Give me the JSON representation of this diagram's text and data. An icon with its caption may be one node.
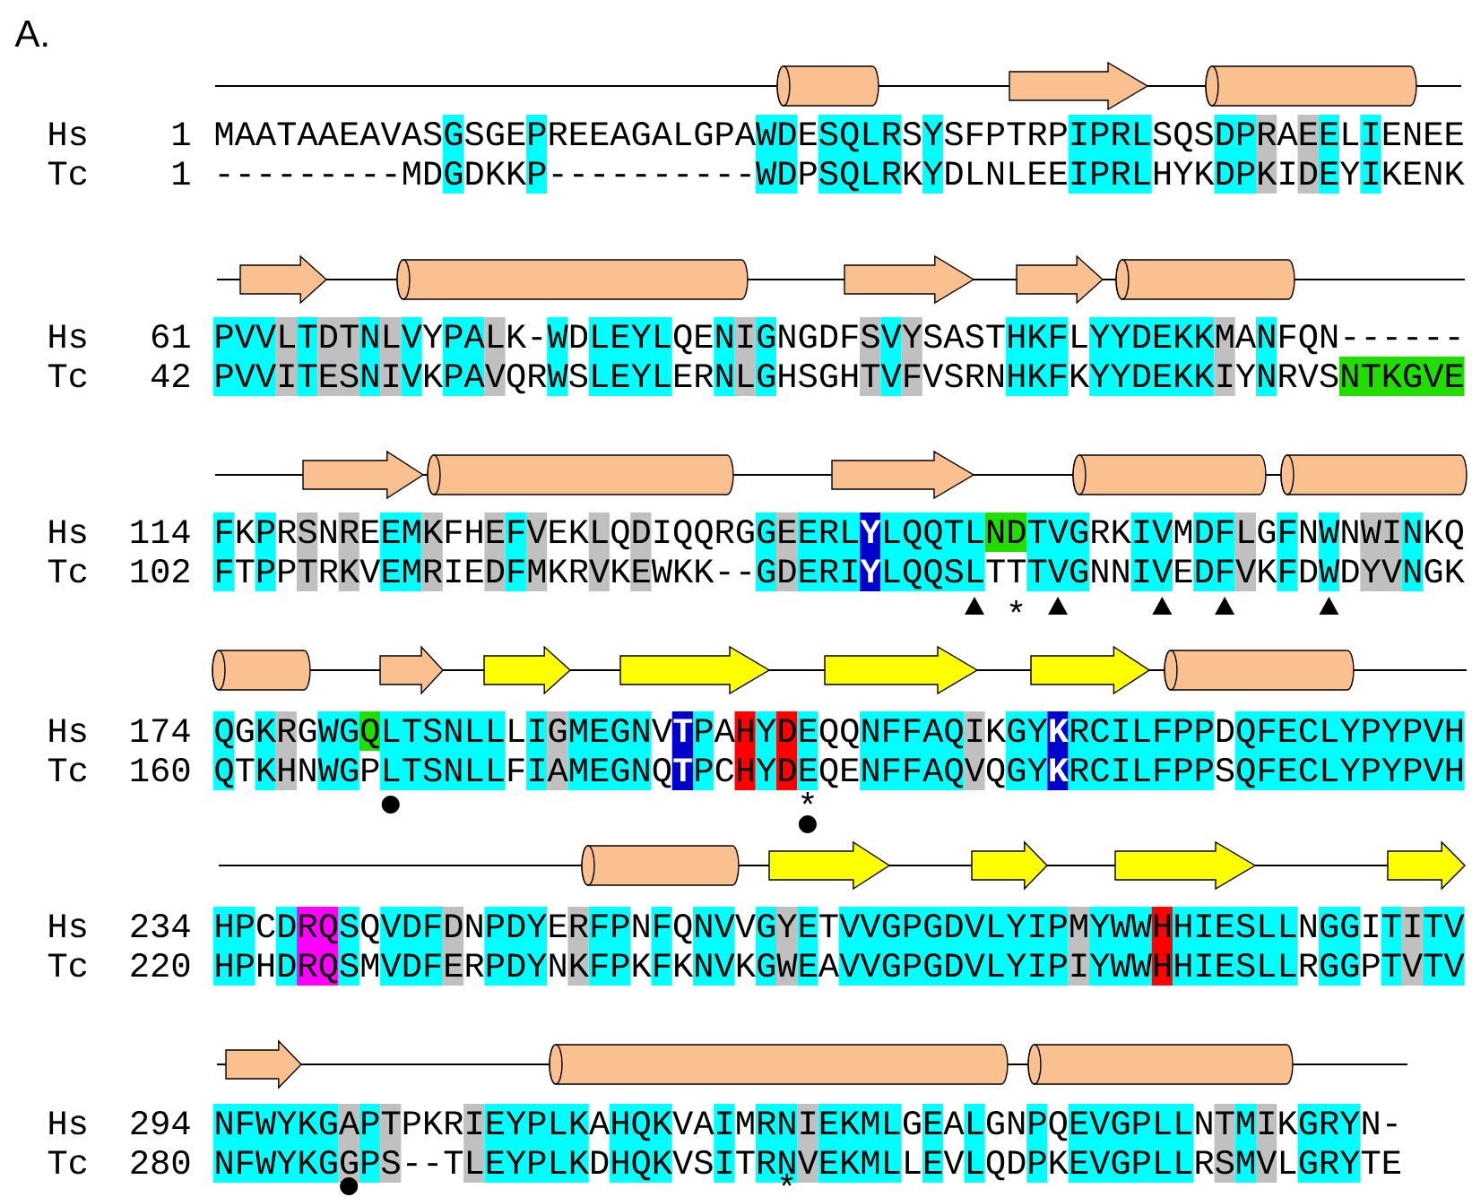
{
  "diagram": {
    "labels": [
      "A.",
      "Hs",
      "1",
      "MAATAAEAVASGSGEPREEAGALGPAWDESQLRSYSFPTRPIPRLSQSDPRAEELIENEE",
      "Tc",
      "1",
      "---------MDGDKKP----------WDPSQLRKYDLNLEEIPRLHYKDPKIDEYIKENK",
      "Hs",
      "61",
      "PVVLTDTNLVYPALK-WDLEYLQENIGNGDFSVYSASTHKFLYYDEKKMANFQN------",
      "Tc",
      "42",
      "PVVITESNIVKPAVQRWSLEYLERNLGHSGHTVFVSRNHKFKYYDEKKIYNRVSNTKGVE",
      "Hs",
      "114",
      "FKPRSNREEMKFHEFVEKLQDIQQRGGEERL",
      "Y",
      "LQQTLNDTVGRKIVMDFLGFNWNWINKQ",
      "Tc",
      "102",
      "FTPPTRKVEMRIEDFMKRVKEWKK--GDERI",
      "Y",
      "LQQSLTTTVGNNIVEDFVKFDWDYVNGK",
      "*",
      "Hs",
      "174",
      "QGKRGWGQLTSNLLLIGMEGNV",
      "T",
      "PAHYDEQQNFFAQIKGY",
      "K",
      "RCILFPPDQFECLYPYPVH",
      "Tc",
      "160",
      "QTKHNWGPLTSNLLFIAMEGNQ",
      "T",
      "PCHYDEQENFFAQVQGY",
      "K",
      "RCILFPPSQFECLYPYPVH",
      "*",
      "Hs",
      "234",
      "HPCDRQSQVDFDNPDYERFPNFQNVVGYETVVGPGDVLYIPMYWWHHIESLLNGGITITV",
      "Tc",
      "220",
      "HPHDRQSMVDFERPDYNKFPKFKNVKGWEAVVGPGDVLYIPIYWWHHIESLLRGGPTVTV",
      "Hs",
      "294",
      "NFWYKGAPTPKRIEYPLKAHQKVAIMRNIEKMLGEALGNPQEVGPLLNTMIKGRYN-",
      "Tc",
      "280",
      "NFWYKGGPS--TLEYPLKDHQKVSITRNVEKMLLEVLQDPKEVGPLLRSMVLGRYTE",
      "*"
    ]
  }
}
